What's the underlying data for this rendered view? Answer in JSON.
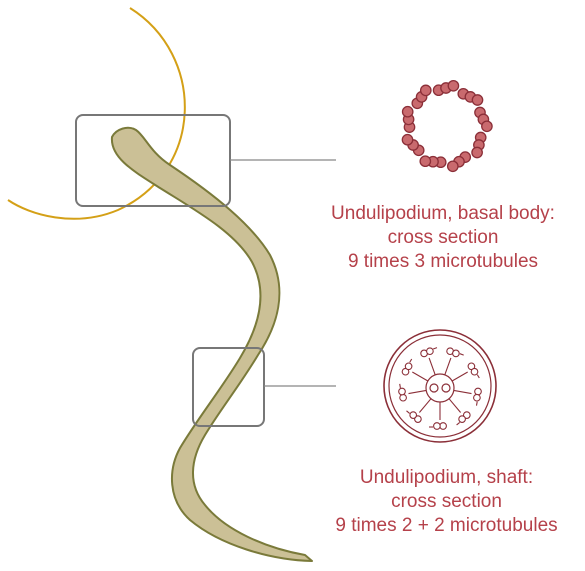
{
  "captions": {
    "basal_body": {
      "line1": "Undulipodium, basal body:",
      "line2": "cross section",
      "line3": "9 times 3 microtubules"
    },
    "shaft": {
      "line1": "Undulipodium, shaft:",
      "line2": "cross section",
      "line3": "9 times 2 + 2 microtubules"
    }
  },
  "colors": {
    "undulipodium_fill": "#cbc096",
    "undulipodium_outline": "#7a7a3a",
    "cell_membrane": "#d4a017",
    "callout_box": "#777777",
    "microtubule_fill": "#c96a6e",
    "microtubule_outline": "#8b2f38",
    "caption_text": "#b5414a"
  },
  "structure": {
    "basal_body_triplets": 9,
    "shaft_outer_doublets": 9,
    "shaft_central_microtubules": 2
  }
}
